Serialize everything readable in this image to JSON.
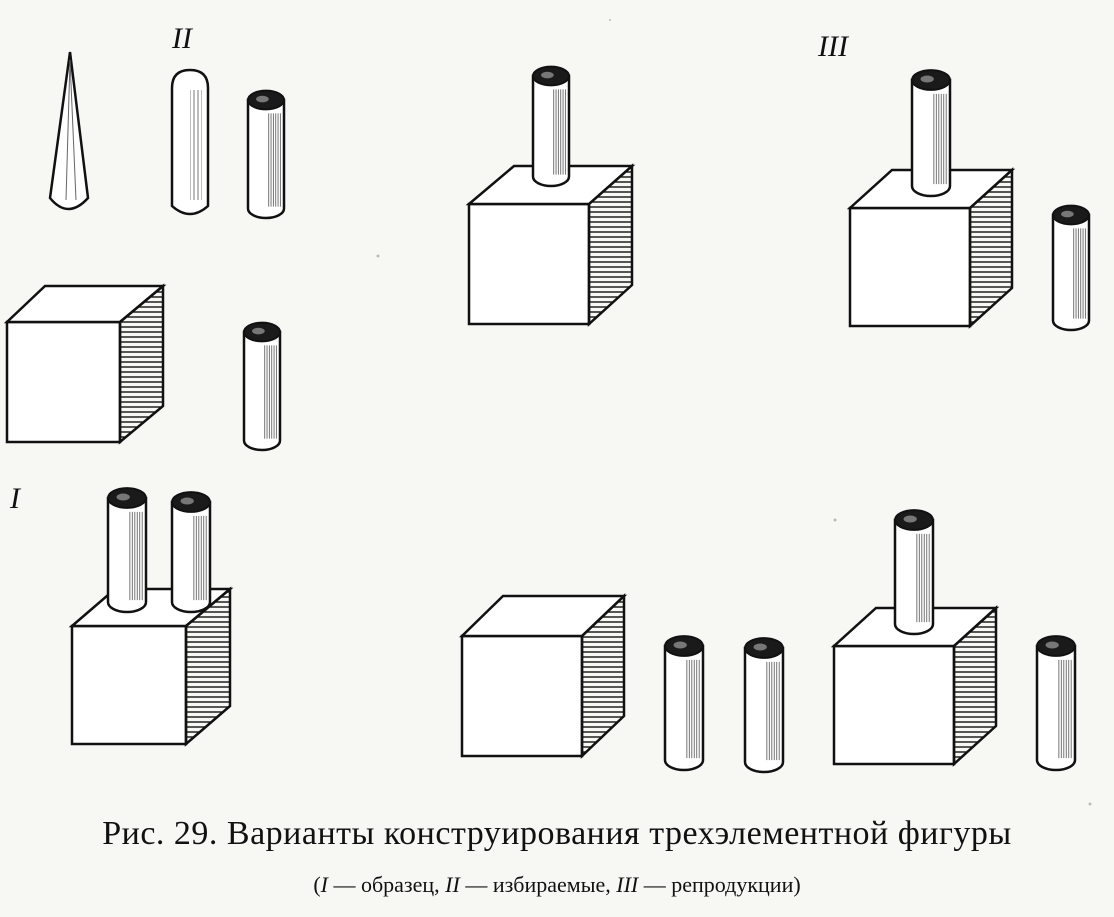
{
  "labels": {
    "sample": "I",
    "selectable": "II",
    "reproductions": "III"
  },
  "caption": {
    "title": "Рис. 29. Варианты конструирования трехэлементной фигуры",
    "legend_open": "(",
    "legend_sample_numeral": "I",
    "legend_sample_text": " — образец, ",
    "legend_selectable_numeral": "II",
    "legend_selectable_text": " — избираемые, ",
    "legend_reproductions_numeral": "III",
    "legend_reproductions_text": " — репродукции)"
  },
  "colors": {
    "ink": "#111111",
    "paper": "#f7f7f4"
  }
}
